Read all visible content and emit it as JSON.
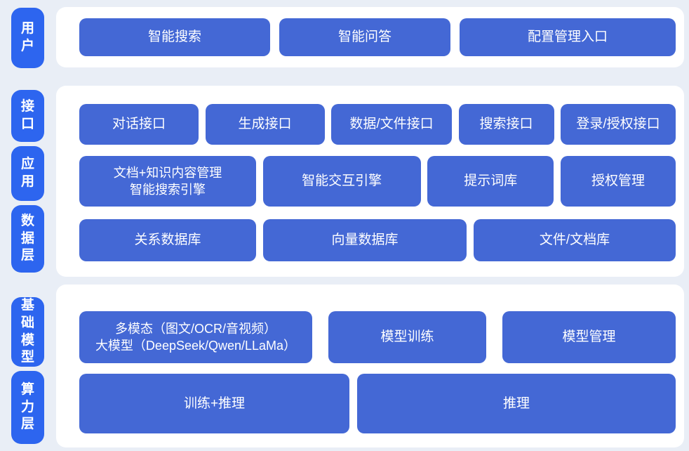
{
  "colors": {
    "background": "#e9eef6",
    "side_label_blue": "#2d65ef",
    "box_blue": "#4468d5",
    "panel_white": "#ffffff",
    "text_white": "#ffffff"
  },
  "sections": [
    {
      "side_labels": [
        "用户"
      ],
      "rows": [
        [
          "智能搜索",
          "智能问答",
          "配置管理入口"
        ]
      ]
    },
    {
      "side_labels": [
        "接口",
        "应用",
        "数据层"
      ],
      "rows": [
        [
          "对话接口",
          "生成接口",
          "数据/文件接口",
          "搜索接口",
          "登录/授权接口"
        ],
        [
          "文档+知识内容管理\n智能搜索引擎",
          "智能交互引擎",
          "提示词库",
          "授权管理"
        ],
        [
          "关系数据库",
          "向量数据库",
          "文件/文档库"
        ]
      ]
    },
    {
      "side_labels": [
        "基础模型",
        "算力层"
      ],
      "rows": [
        [
          "多模态（图文/OCR/音视频）\n大模型（DeepSeek/Qwen/LLaMa）",
          "模型训练",
          "模型管理"
        ],
        [
          "训练+推理",
          "推理"
        ]
      ]
    }
  ]
}
